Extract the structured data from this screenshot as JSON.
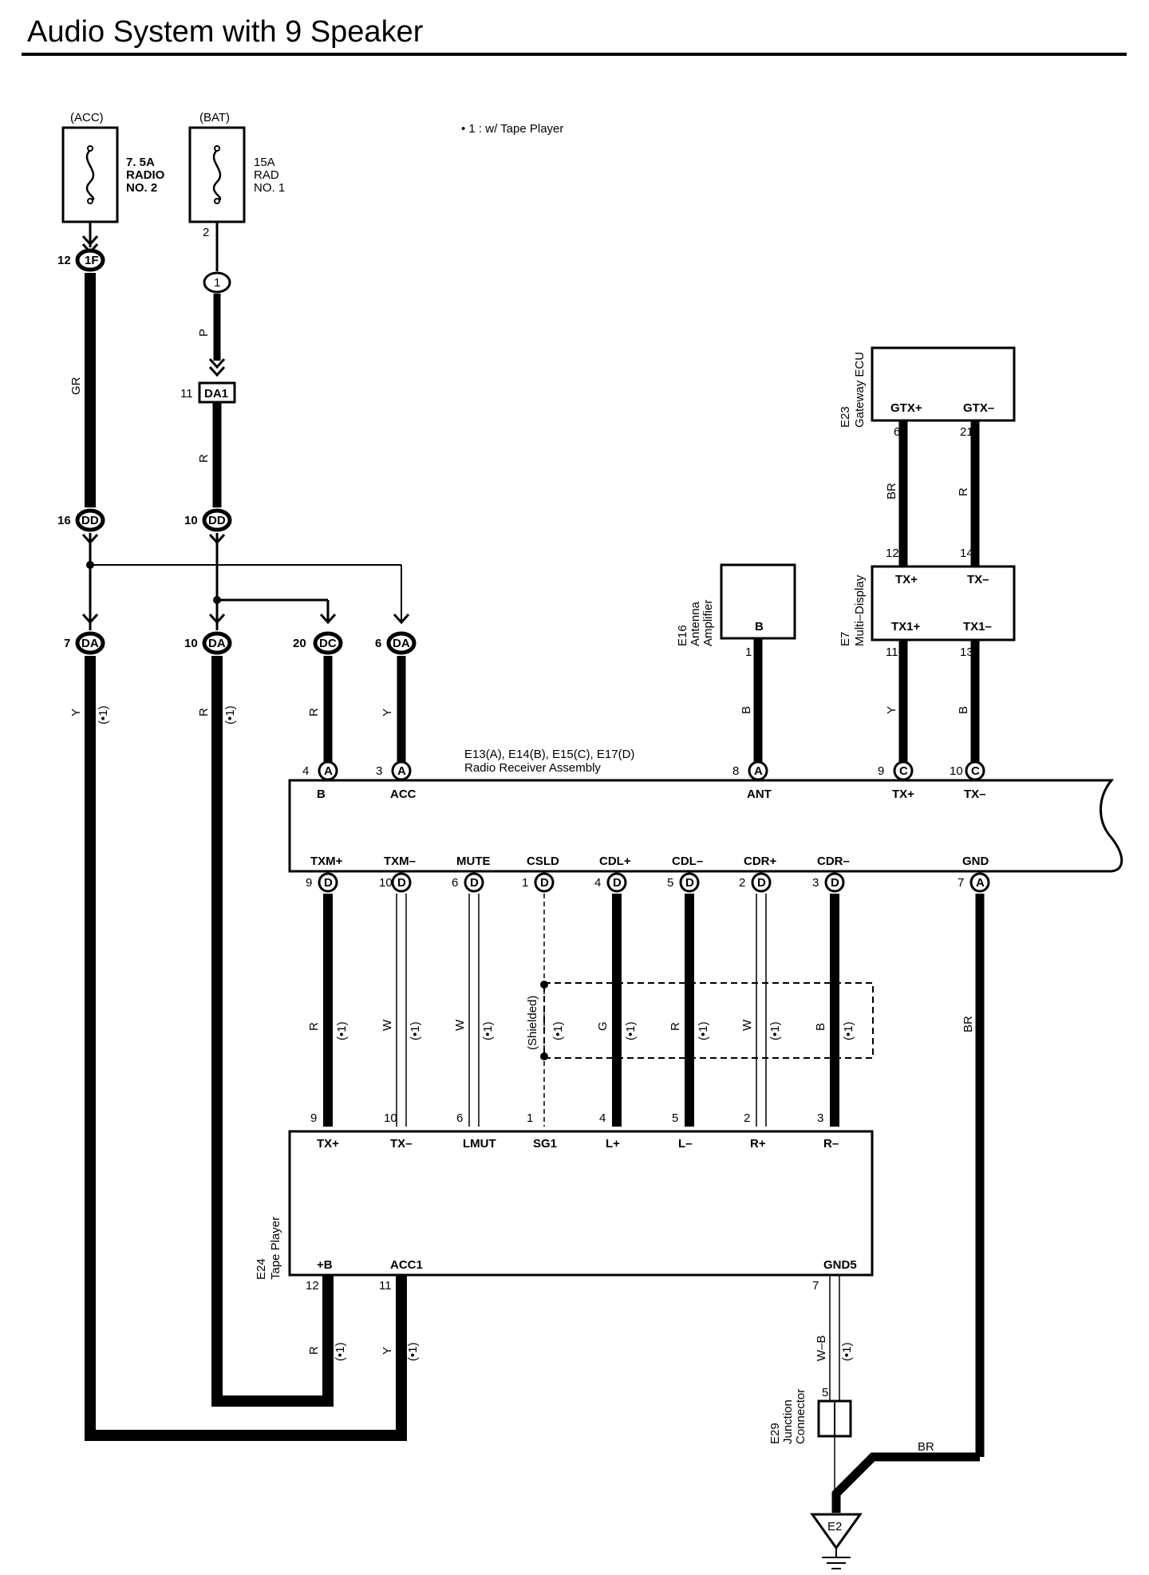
{
  "title": "Audio System with 9 Speaker",
  "note": "• 1 : w/ Tape Player",
  "opt": "(•1)",
  "shielded": "(Shielded)",
  "fuses": {
    "acc": {
      "header": "(ACC)",
      "line1": "7. 5A",
      "line2": "RADIO",
      "line3": "NO. 2"
    },
    "bat": {
      "header": "(BAT)",
      "line1": "15A",
      "line2": "RAD",
      "line3": "NO. 1",
      "pin": "2"
    }
  },
  "connectors": {
    "c1": {
      "num": "12",
      "code": "1F"
    },
    "c2": {
      "num": "",
      "code": "1"
    },
    "c3": {
      "num": "11",
      "code": "DA1"
    },
    "c4": {
      "num": "16",
      "code": "DD"
    },
    "c5": {
      "num": "10",
      "code": "DD"
    },
    "c6": {
      "num": "7",
      "code": "DA"
    },
    "c7": {
      "num": "10",
      "code": "DA"
    },
    "c8": {
      "num": "20",
      "code": "DC"
    },
    "c9": {
      "num": "6",
      "code": "DA"
    }
  },
  "wires": {
    "w1": "GR",
    "w2": "P",
    "w3": "R",
    "w4": "Y",
    "w5": "R",
    "w6": "R",
    "w7": "Y",
    "ant": "B",
    "gw1": "BR",
    "gw2": "R",
    "mw1": "Y",
    "mw2": "B",
    "tp": [
      "R",
      "W",
      "W",
      "",
      "G",
      "R",
      "W",
      "B"
    ],
    "gnd": "BR",
    "tpb": "R",
    "tpacc": "Y",
    "gnd5": "W–B",
    "gndbottom": "BR"
  },
  "gateway": {
    "code": "E23",
    "name": "Gateway ECU",
    "pin1": "GTX+",
    "pin2": "GTX–",
    "n1": "6",
    "n2": "21"
  },
  "multi": {
    "code": "E7",
    "name": "Multi–Display",
    "p1": "TX+",
    "p2": "TX–",
    "p3": "TX1+",
    "p4": "TX1–",
    "n1": "12",
    "n2": "14",
    "n3": "11",
    "n4": "13"
  },
  "antenna": {
    "code": "E16",
    "name1": "Antenna",
    "name2": "Amplifier",
    "pin": "B",
    "num": "1"
  },
  "radio": {
    "codes": "E13(A), E14(B), E15(C), E17(D)",
    "name": "Radio Receiver Assembly",
    "top": [
      {
        "n": "4",
        "c": "A",
        "label": "B"
      },
      {
        "n": "3",
        "c": "A",
        "label": "ACC"
      },
      {
        "n": "8",
        "c": "A",
        "label": "ANT"
      },
      {
        "n": "9",
        "c": "C",
        "label": "TX+"
      },
      {
        "n": "10",
        "c": "C",
        "label": "TX–"
      }
    ],
    "bottom": [
      {
        "n": "9",
        "c": "D",
        "label": "TXM+"
      },
      {
        "n": "10",
        "c": "D",
        "label": "TXM–"
      },
      {
        "n": "6",
        "c": "D",
        "label": "MUTE"
      },
      {
        "n": "1",
        "c": "D",
        "label": "CSLD"
      },
      {
        "n": "4",
        "c": "D",
        "label": "CDL+"
      },
      {
        "n": "5",
        "c": "D",
        "label": "CDL–"
      },
      {
        "n": "2",
        "c": "D",
        "label": "CDR+"
      },
      {
        "n": "3",
        "c": "D",
        "label": "CDR–"
      },
      {
        "n": "7",
        "c": "A",
        "label": "GND"
      }
    ]
  },
  "tape": {
    "code": "E24",
    "name": "Tape Player",
    "top": [
      {
        "n": "9",
        "label": "TX+"
      },
      {
        "n": "10",
        "label": "TX–"
      },
      {
        "n": "6",
        "label": "LMUT"
      },
      {
        "n": "1",
        "label": "SG1"
      },
      {
        "n": "4",
        "label": "L+"
      },
      {
        "n": "5",
        "label": "L–"
      },
      {
        "n": "2",
        "label": "R+"
      },
      {
        "n": "3",
        "label": "R–"
      }
    ],
    "bottom": [
      {
        "n": "12",
        "label": "+B"
      },
      {
        "n": "11",
        "label": "ACC1"
      },
      {
        "n": "7",
        "label": "GND5"
      }
    ]
  },
  "junction": {
    "code": "E29",
    "name1": "Junction",
    "name2": "Connector",
    "num": "5"
  },
  "ground": {
    "code": "E2"
  }
}
